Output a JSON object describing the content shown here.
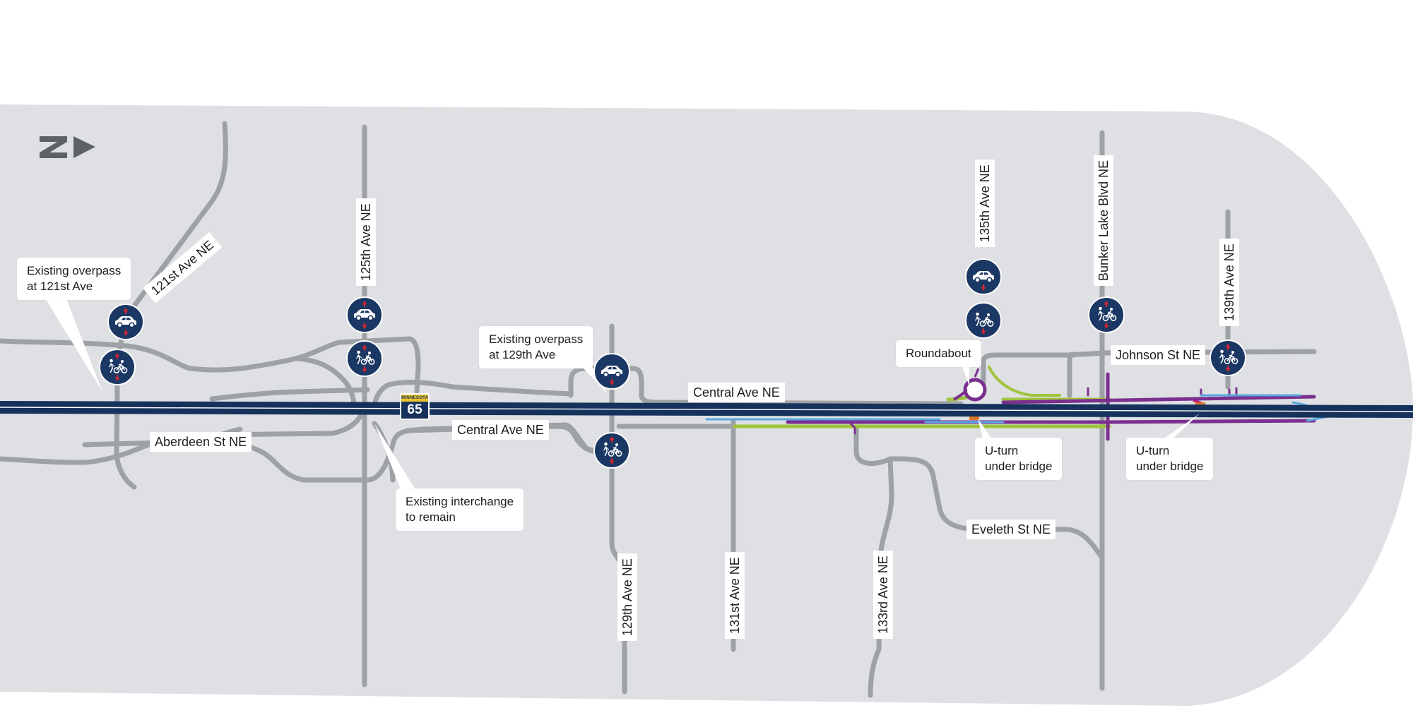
{
  "colors": {
    "study_area": "#dee0e3",
    "local_road": "#9ea1a5",
    "highway": "#16325c",
    "badge_bg": "#1b3764",
    "arrow_red": "#d3252f",
    "frontage_purple": "#7b2f8f",
    "frontage_green": "#9fc43c",
    "path_blue": "#5aa7df",
    "uturn_orange": "#d97a2b",
    "magenta": "#c2177a"
  },
  "north_arrow": {
    "letter": "N"
  },
  "highway_shield": {
    "top_text": "MINNESOTA",
    "number": "65"
  },
  "streets": {
    "s121st": "121st Ave NE",
    "s125th": "125th Ave NE",
    "s129th": "129th Ave NE",
    "s131st": "131st Ave NE",
    "s133rd": "133rd Ave NE",
    "s135th": "135th Ave NE",
    "bunker": "Bunker Lake Blvd NE",
    "s139th": "139th Ave NE",
    "central_north": "Central Ave NE",
    "central_south": "Central Ave NE",
    "aberdeen": "Aberdeen St NE",
    "johnson": "Johnson St NE",
    "eveleth": "Eveleth St NE"
  },
  "callouts": {
    "overpass_121": [
      "Existing overpass",
      "at 121st Ave"
    ],
    "overpass_129": [
      "Existing overpass",
      "at 129th Ave"
    ],
    "interchange": [
      "Existing interchange",
      "to remain"
    ],
    "roundabout": [
      "Roundabout"
    ],
    "uturn_1": [
      "U-turn",
      "under bridge"
    ],
    "uturn_2": [
      "U-turn",
      "under bridge"
    ]
  },
  "crossing_badges": [
    {
      "id": "121-car",
      "icon": "car-icon",
      "arrows": "both"
    },
    {
      "id": "121-ped",
      "icon": "ped-bike-icon",
      "arrows": "both"
    },
    {
      "id": "125-car",
      "icon": "car-icon",
      "arrows": "both"
    },
    {
      "id": "125-ped",
      "icon": "ped-bike-icon",
      "arrows": "both"
    },
    {
      "id": "129-car",
      "icon": "car-icon",
      "arrows": "down"
    },
    {
      "id": "129-ped",
      "icon": "ped-bike-icon",
      "arrows": "both"
    },
    {
      "id": "135-car",
      "icon": "car-icon",
      "arrows": "down"
    },
    {
      "id": "135-ped",
      "icon": "ped-bike-icon",
      "arrows": "down"
    },
    {
      "id": "bunker-ped",
      "icon": "ped-bike-icon",
      "arrows": "both"
    },
    {
      "id": "139-ped",
      "icon": "ped-bike-icon",
      "arrows": "both"
    }
  ]
}
